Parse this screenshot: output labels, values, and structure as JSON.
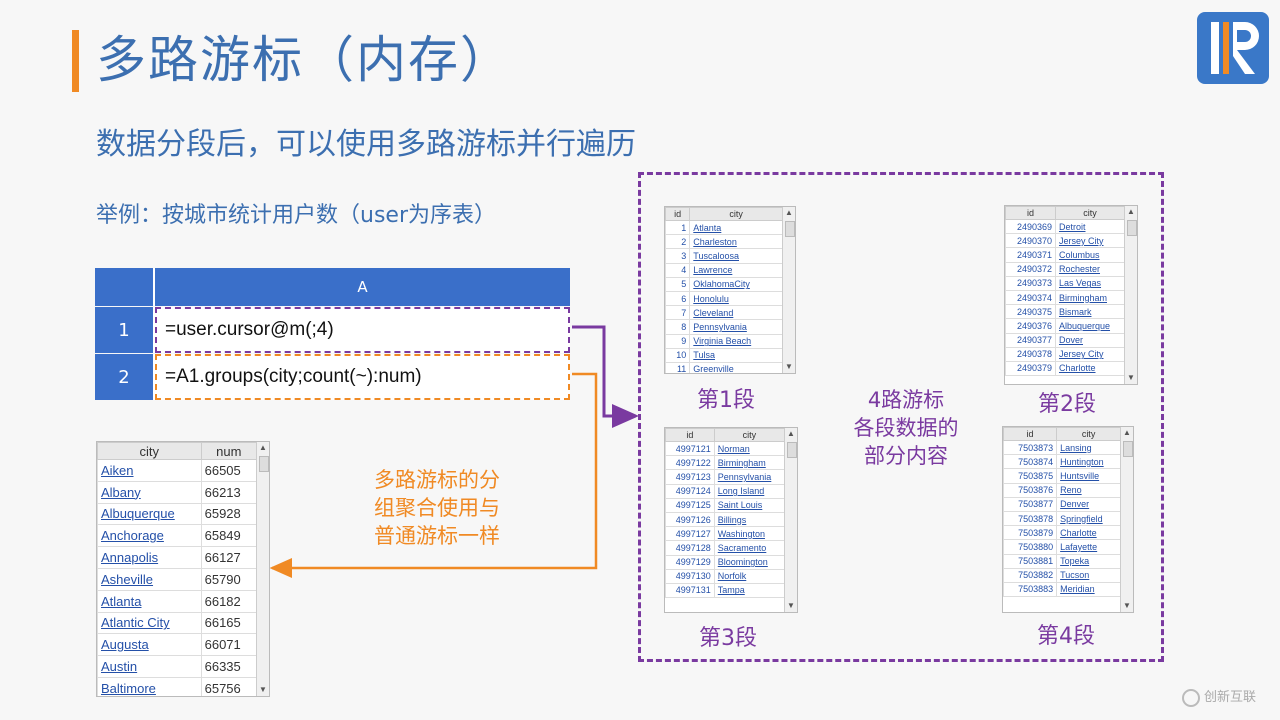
{
  "title": "多路游标（内存）",
  "subtitle": "数据分段后，可以使用多路游标并行遍历",
  "example": "举例：按城市统计用户数（user为序表）",
  "grid": {
    "column_header": "A",
    "rows": [
      {
        "num": "1",
        "formula": "=user.cursor@m(;4)"
      },
      {
        "num": "2",
        "formula": "=A1.groups(city;count(~):num)"
      }
    ]
  },
  "segments": [
    {
      "label": "第1段",
      "headers": [
        "id",
        "city"
      ],
      "rows": [
        [
          "1",
          "Atlanta"
        ],
        [
          "2",
          "Charleston"
        ],
        [
          "3",
          "Tuscaloosa"
        ],
        [
          "4",
          "Lawrence"
        ],
        [
          "5",
          "OklahomaCity"
        ],
        [
          "6",
          "Honolulu"
        ],
        [
          "7",
          "Cleveland"
        ],
        [
          "8",
          "Pennsylvania"
        ],
        [
          "9",
          "Virginia Beach"
        ],
        [
          "10",
          "Tulsa"
        ],
        [
          "11",
          "Greenville"
        ]
      ]
    },
    {
      "label": "第2段",
      "headers": [
        "id",
        "city"
      ],
      "rows": [
        [
          "2490369",
          "Detroit"
        ],
        [
          "2490370",
          "Jersey City"
        ],
        [
          "2490371",
          "Columbus"
        ],
        [
          "2490372",
          "Rochester"
        ],
        [
          "2490373",
          "Las Vegas"
        ],
        [
          "2490374",
          "Birmingham"
        ],
        [
          "2490375",
          "Bismark"
        ],
        [
          "2490376",
          "Albuquerque"
        ],
        [
          "2490377",
          "Dover"
        ],
        [
          "2490378",
          "Jersey City"
        ],
        [
          "2490379",
          "Charlotte"
        ]
      ]
    },
    {
      "label": "第3段",
      "headers": [
        "id",
        "city"
      ],
      "rows": [
        [
          "4997121",
          "Norman"
        ],
        [
          "4997122",
          "Birmingham"
        ],
        [
          "4997123",
          "Pennsylvania"
        ],
        [
          "4997124",
          "Long Island"
        ],
        [
          "4997125",
          "Saint Louis"
        ],
        [
          "4997126",
          "Billings"
        ],
        [
          "4997127",
          "Washington"
        ],
        [
          "4997128",
          "Sacramento"
        ],
        [
          "4997129",
          "Bloomington"
        ],
        [
          "4997130",
          "Norfolk"
        ],
        [
          "4997131",
          "Tampa"
        ]
      ]
    },
    {
      "label": "第4段",
      "headers": [
        "id",
        "city"
      ],
      "rows": [
        [
          "7503873",
          "Lansing"
        ],
        [
          "7503874",
          "Huntington"
        ],
        [
          "7503875",
          "Huntsville"
        ],
        [
          "7503876",
          "Reno"
        ],
        [
          "7503877",
          "Denver"
        ],
        [
          "7503878",
          "Springfield"
        ],
        [
          "7503879",
          "Charlotte"
        ],
        [
          "7503880",
          "Lafayette"
        ],
        [
          "7503881",
          "Topeka"
        ],
        [
          "7503882",
          "Tucson"
        ],
        [
          "7503883",
          "Meridian"
        ]
      ]
    }
  ],
  "center_label": [
    "4路游标",
    "各段数据的",
    "部分内容"
  ],
  "orange_note": [
    "多路游标的分",
    "组聚合使用与",
    "普通游标一样"
  ],
  "result": {
    "headers": [
      "city",
      "num"
    ],
    "rows": [
      [
        "Aiken",
        "66505"
      ],
      [
        "Albany",
        "66213"
      ],
      [
        "Albuquerque",
        "65928"
      ],
      [
        "Anchorage",
        "65849"
      ],
      [
        "Annapolis",
        "66127"
      ],
      [
        "Asheville",
        "65790"
      ],
      [
        "Atlanta",
        "66182"
      ],
      [
        "Atlantic City",
        "66165"
      ],
      [
        "Augusta",
        "66071"
      ],
      [
        "Austin",
        "66335"
      ],
      [
        "Baltimore",
        "65756"
      ]
    ]
  },
  "watermark": "创新互联",
  "colors": {
    "title": "#3c6fb0",
    "accent_orange": "#f08a24",
    "accent_purple": "#7a3aa0",
    "grid_header": "#3a6fc9"
  },
  "icons": {
    "scroll_up": "▲",
    "scroll_down": "▼"
  }
}
